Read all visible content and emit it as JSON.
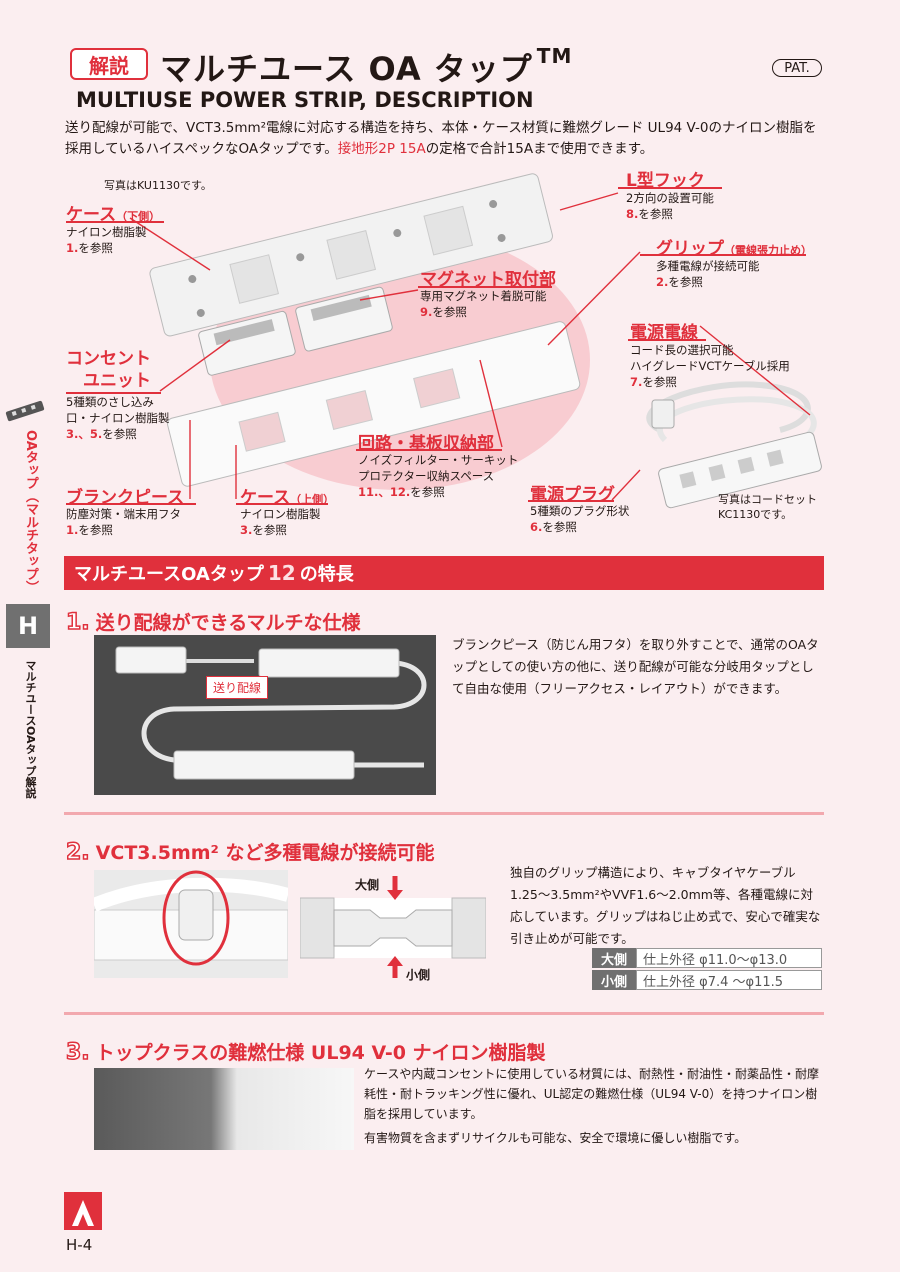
{
  "header": {
    "badge": "解説",
    "title": "マルチユース OA タップ",
    "tm": "TM",
    "pat": "PAT.",
    "subtitle": "MULTIUSE POWER STRIP, DESCRIPTION"
  },
  "intro": {
    "part1": "送り配線が可能で、VCT3.5mm²電線に対応する構造を持ち、本体・ケース材質に難燃グレード UL94 V-0のナイロン樹脂を採用しているハイスペックなOAタップです。",
    "highlight": "接地形2P 15A",
    "part2": "の定格で合計15Aまで使用できます。"
  },
  "diagram": {
    "photo_note": "写真はKU1130です。",
    "set_note": "写真はコードセット\nKC1130です。",
    "labels": [
      {
        "id": "case-lower",
        "title": "ケース",
        "sub": "（下側）",
        "desc": "ナイロン樹脂製",
        "ref": "1.",
        "ref_suffix": "を参照"
      },
      {
        "id": "outlet-unit",
        "title": "コンセント\n　ユニット",
        "sub": "",
        "desc": "5種類のさし込み\n口・ナイロン樹脂製",
        "ref": "3.、5.",
        "ref_suffix": "を参照"
      },
      {
        "id": "blank-piece",
        "title": "ブランクピース",
        "sub": "",
        "desc": "防塵対策・端末用フタ",
        "ref": "1.",
        "ref_suffix": "を参照"
      },
      {
        "id": "case-upper",
        "title": "ケース",
        "sub": "（上側）",
        "desc": "ナイロン樹脂製",
        "ref": "3.",
        "ref_suffix": "を参照"
      },
      {
        "id": "magnet",
        "title": "マグネット取付部",
        "sub": "",
        "desc": "専用マグネット着脱可能",
        "ref": "9.",
        "ref_suffix": "を参照"
      },
      {
        "id": "circuit",
        "title": "回路・基板収納部",
        "sub": "",
        "desc": "ノイズフィルター・サーキット\nプロテクター収納スペース",
        "ref": "11.、12.",
        "ref_suffix": "を参照"
      },
      {
        "id": "l-hook",
        "title": "L型フック",
        "sub": "",
        "desc": "2方向の設置可能",
        "ref": "8.",
        "ref_suffix": "を参照"
      },
      {
        "id": "grip",
        "title": "グリップ",
        "sub": "（電線張力止め）",
        "desc": "多種電線が接続可能",
        "ref": "2.",
        "ref_suffix": "を参照"
      },
      {
        "id": "power-cable",
        "title": "電源電線",
        "sub": "",
        "desc": "コード長の選択可能\nハイグレードVCTケーブル採用",
        "ref": "7.",
        "ref_suffix": "を参照"
      },
      {
        "id": "power-plug",
        "title": "電源プラグ",
        "sub": "",
        "desc": "5種類のプラグ形状",
        "ref": "6.",
        "ref_suffix": "を参照"
      }
    ]
  },
  "banner": {
    "prefix": "マルチユースOAタップ",
    "num": "12",
    "suffix": "の特長"
  },
  "sections": [
    {
      "num": "1.",
      "title": "送り配線ができるマルチな仕様",
      "text": "ブランクピース（防じん用フタ）を取り外すことで、通常のOAタップとしての使い方の他に、送り配線が可能な分岐用タップとして自由な使用（フリーアクセス・レイアウト）ができます。",
      "photo_label": "送り配線"
    },
    {
      "num": "2.",
      "title": "VCT3.5mm² など多種電線が接続可能",
      "text": "独自のグリップ構造により、キャブタイヤケーブル1.25〜3.5mm²やVVF1.6〜2.0mm等、各種電線に対応しています。グリップはねじ止め式で、安心で確実な引き止めが可能です。",
      "big_label": "大側",
      "small_label": "小側",
      "specs": [
        {
          "k": "大側",
          "v": "仕上外径 φ11.0〜φ13.0"
        },
        {
          "k": "小側",
          "v": "仕上外径 φ7.4 〜φ11.5"
        }
      ]
    },
    {
      "num": "3.",
      "title": "トップクラスの難燃仕様 UL94 V-0 ナイロン樹脂製",
      "text": "ケースや内蔵コンセントに使用している材質には、耐熱性・耐油性・耐薬品性・耐摩耗性・耐トラッキング性に優れ、UL認定の難燃仕様（UL94 V-0）を持つナイロン樹脂を採用しています。",
      "text2": "有害物質を含まずリサイクルも可能な、安全で環境に優しい樹脂です。"
    }
  ],
  "side": {
    "tab1": "OAタップ（マルチタップ）",
    "letter": "H",
    "tab2": "マルチユースOAタップ解説"
  },
  "footer": {
    "page": "H-4"
  },
  "colors": {
    "accent": "#e0303c",
    "bg": "#fbeef0",
    "tab": "#707070"
  }
}
